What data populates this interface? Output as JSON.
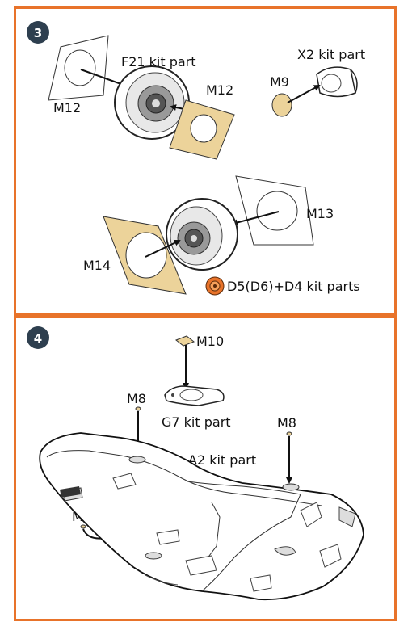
{
  "step3": {
    "number": "3",
    "labels": {
      "f21": "F21 kit part",
      "m12_left": "M12",
      "m12_right": "M12",
      "x2": "X2 kit part",
      "m9": "M9",
      "m13": "M13",
      "m14": "M14",
      "d5": "D5(D6)+D4 kit parts"
    }
  },
  "step4": {
    "number": "4",
    "labels": {
      "m10": "M10",
      "m8_top": "M8",
      "g7": "G7 kit part",
      "m8_right": "M8",
      "a2": "A2 kit part",
      "m8_left": "M8"
    }
  },
  "colors": {
    "frame": "#e8732a",
    "step_badge": "#2e3f4f",
    "mask_tan": "#ecd39a",
    "decal_orange": "#e8732a"
  }
}
